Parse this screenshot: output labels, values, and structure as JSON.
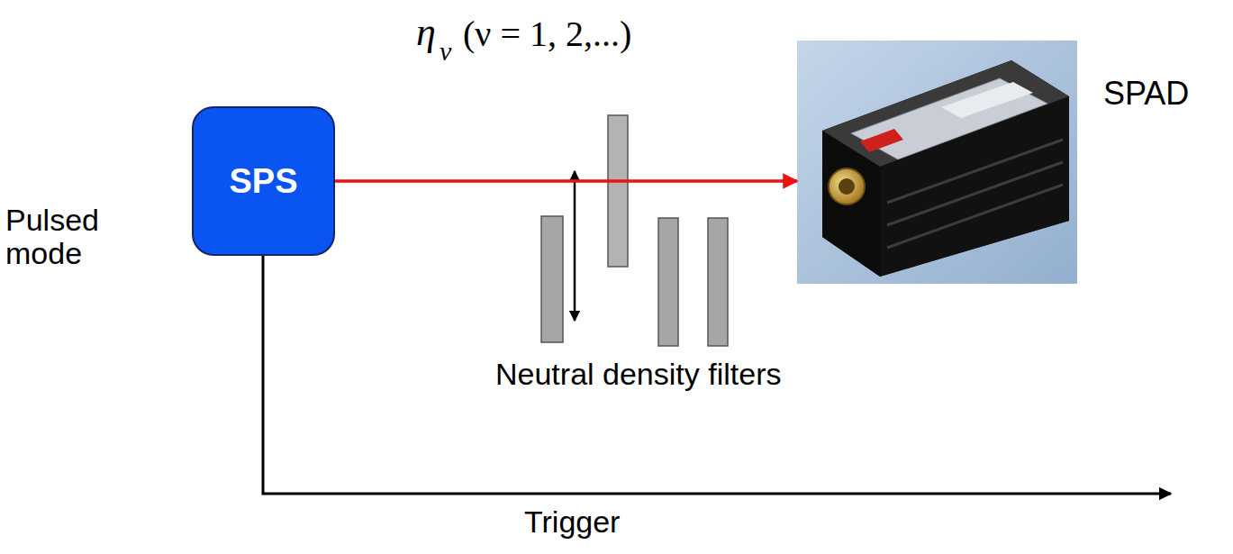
{
  "diagram": {
    "nodes": [
      {
        "text": [
          "SPS"
        ]
      },
      {
        "text": [
          "SPAD"
        ]
      }
    ],
    "edges": [
      {
        "from": 0,
        "to": 1,
        "arrow": "to"
      }
    ],
    "labels": [
      "Pulsed mode",
      "η",
      "ν",
      "(ν = 1, 2,...)",
      "Neutral density filters",
      "Trigger"
    ]
  }
}
